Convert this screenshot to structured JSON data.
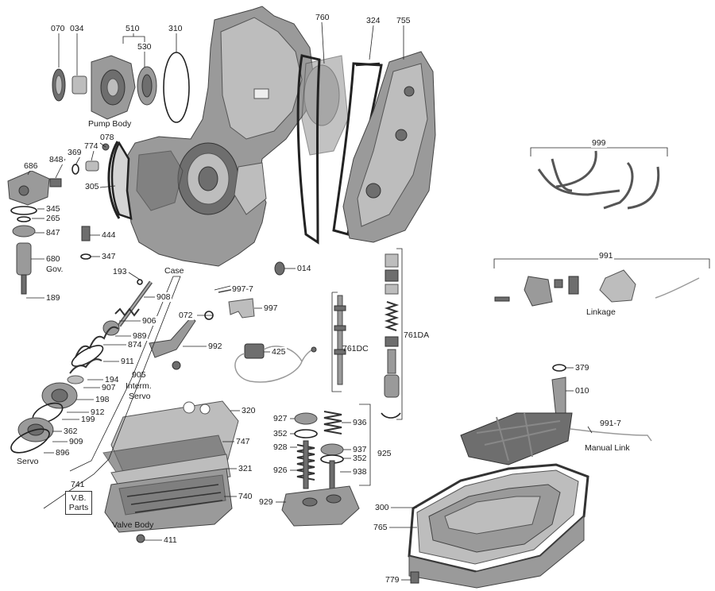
{
  "parts": {
    "p070": "070",
    "p034": "034",
    "p510": "510",
    "p530": "530",
    "p310": "310",
    "p760": "760",
    "p324": "324",
    "p755": "755",
    "p078": "078",
    "p774": "774",
    "p369": "369",
    "p848": "848",
    "p686": "686",
    "p305": "305",
    "p345": "345",
    "p265": "265",
    "p847": "847",
    "p444": "444",
    "p347": "347",
    "p680": "680",
    "p189": "189",
    "p014": "014",
    "p193": "193",
    "p997_7": "997-7",
    "p908": "908",
    "p997": "997",
    "p072": "072",
    "p906": "906",
    "p989": "989",
    "p874": "874",
    "p992": "992",
    "p911": "911",
    "p425": "425",
    "p194": "194",
    "p907": "907",
    "p198": "198",
    "p912": "912",
    "p199": "199",
    "p362": "362",
    "p909": "909",
    "p896": "896",
    "p320": "320",
    "p747": "747",
    "p321": "321",
    "p740": "740",
    "p411": "411",
    "p927": "927",
    "p936": "936",
    "p352a": "352",
    "p928": "928",
    "p937": "937",
    "p352b": "352",
    "p925": "925",
    "p926": "926",
    "p938": "938",
    "p929": "929",
    "p379": "379",
    "p010": "010",
    "p300": "300",
    "p765": "765",
    "p779": "779",
    "p999": "999",
    "p991": "991",
    "p761DC": "761DC",
    "p761DA": "761DA",
    "p905": "905",
    "p680gov": "Gov."
  },
  "captions": {
    "pump_body": "Pump Body",
    "case": "Case",
    "interm": "Interm.",
    "servo_i": "Servo",
    "servo": "Servo",
    "valve_body": "Valve Body",
    "linkage": "Linkage",
    "manual_link": "Manual Link",
    "p991_7": "991-7"
  },
  "vb_parts": {
    "num": "741",
    "line1": "V.B.",
    "line2": "Parts"
  }
}
